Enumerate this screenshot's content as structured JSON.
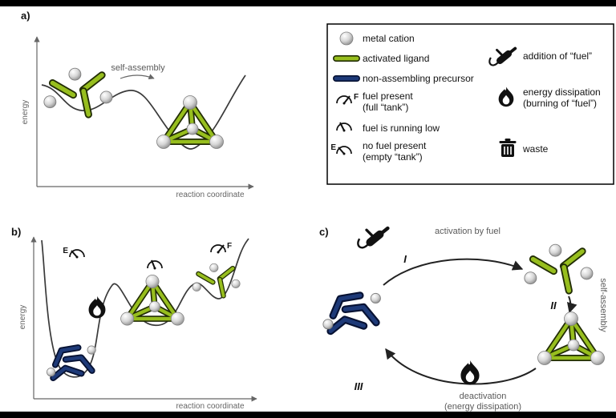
{
  "panel_a": {
    "label": "a)",
    "energy_axis": "energy",
    "reaction_axis": "reaction coordinate",
    "self_assembly": "self-assembly"
  },
  "panel_b": {
    "label": "b)",
    "energy_axis": "energy",
    "reaction_axis": "reaction coordinate"
  },
  "panel_c": {
    "label": "c)",
    "step_1": "I",
    "step_2": "II",
    "step_3": "III",
    "activation": "activation by fuel",
    "self_assembly": "self-assembly",
    "deactivation_line1": "deactivation",
    "deactivation_line2": "(energy dissipation)"
  },
  "legend": {
    "metal_cation": "metal cation",
    "activated_ligand": "activated ligand",
    "precursor": "non-assembling precursor",
    "fuel_full_line1": "fuel present",
    "fuel_full_line2": "(full “tank”)",
    "fuel_low": "fuel is running low",
    "fuel_empty_line1": "no fuel present",
    "fuel_empty_line2": "(empty “tank”)",
    "fuel_addition": "addition of “fuel”",
    "dissipation_line1": "energy dissipation",
    "dissipation_line2": "(burning of “fuel”)",
    "waste": "waste"
  },
  "glyphs": {
    "gauge_full": "F",
    "gauge_empty": "E"
  },
  "colors": {
    "ligand_green": "#97be1e",
    "ligand_outline": "#222d05",
    "precursor_blue": "#1e3a78",
    "precursor_outline": "#071233",
    "metal_gray": "#cccccc",
    "curve": "#3a3a3a",
    "annotation": "#5a5a5a"
  }
}
